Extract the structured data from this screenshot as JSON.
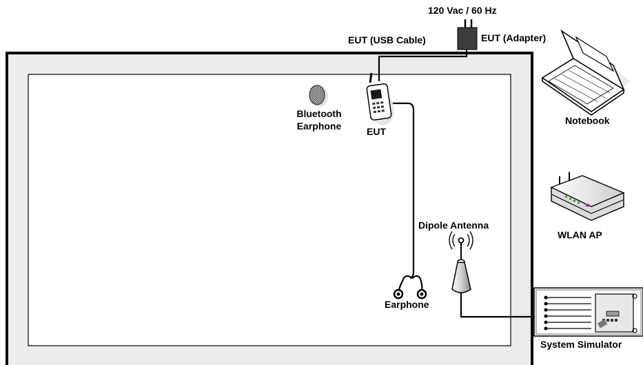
{
  "labels": {
    "power": "120 Vac / 60 Hz",
    "usb_cable": "EUT (USB Cable)",
    "adapter": "EUT (Adapter)",
    "bt_line1": "Bluetooth",
    "bt_line2": "Earphone",
    "eut": "EUT",
    "notebook": "Notebook",
    "wlan_ap": "WLAN AP",
    "dipole": "Dipole Antenna",
    "earphone": "Earphone",
    "simulator": "System Simulator"
  }
}
